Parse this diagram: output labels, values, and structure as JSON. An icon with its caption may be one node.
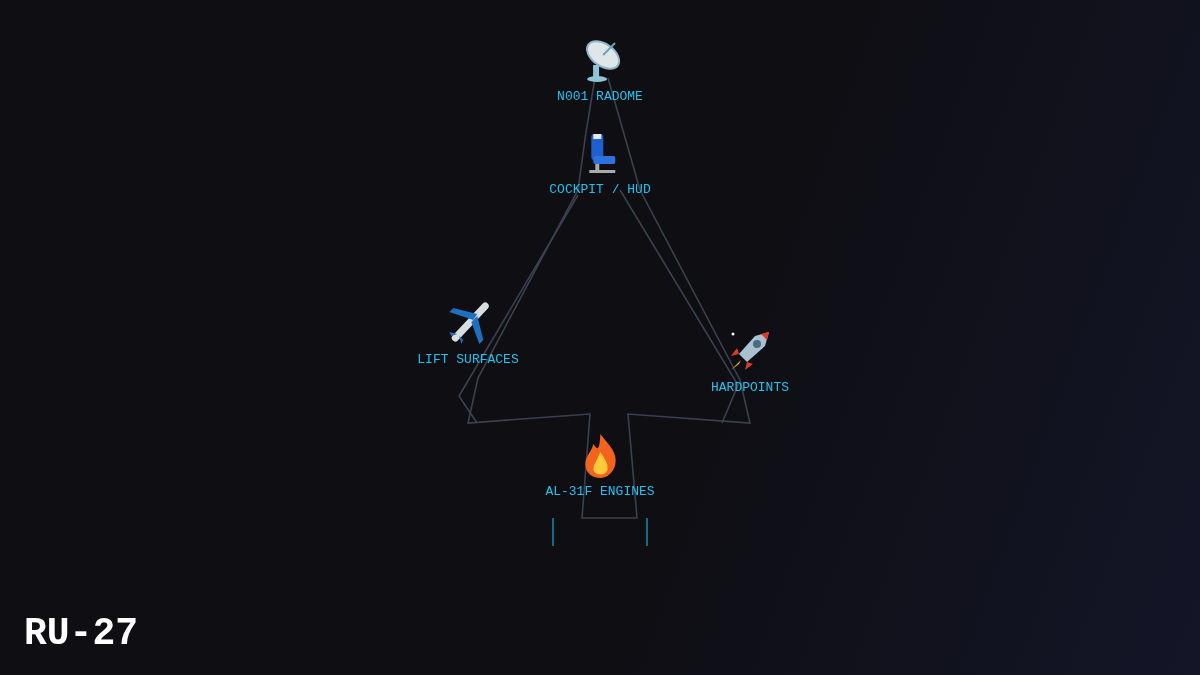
{
  "diagram": {
    "title": "RU-27",
    "nodes": [
      {
        "text": [
          "N001 RADOME"
        ]
      },
      {
        "text": [
          "COCKPIT / HUD"
        ]
      },
      {
        "text": [
          "LIFT SURFACES"
        ]
      },
      {
        "text": [
          "HARDPOINTS"
        ]
      },
      {
        "text": [
          "AL-31F ENGINES"
        ]
      }
    ],
    "edges": []
  }
}
